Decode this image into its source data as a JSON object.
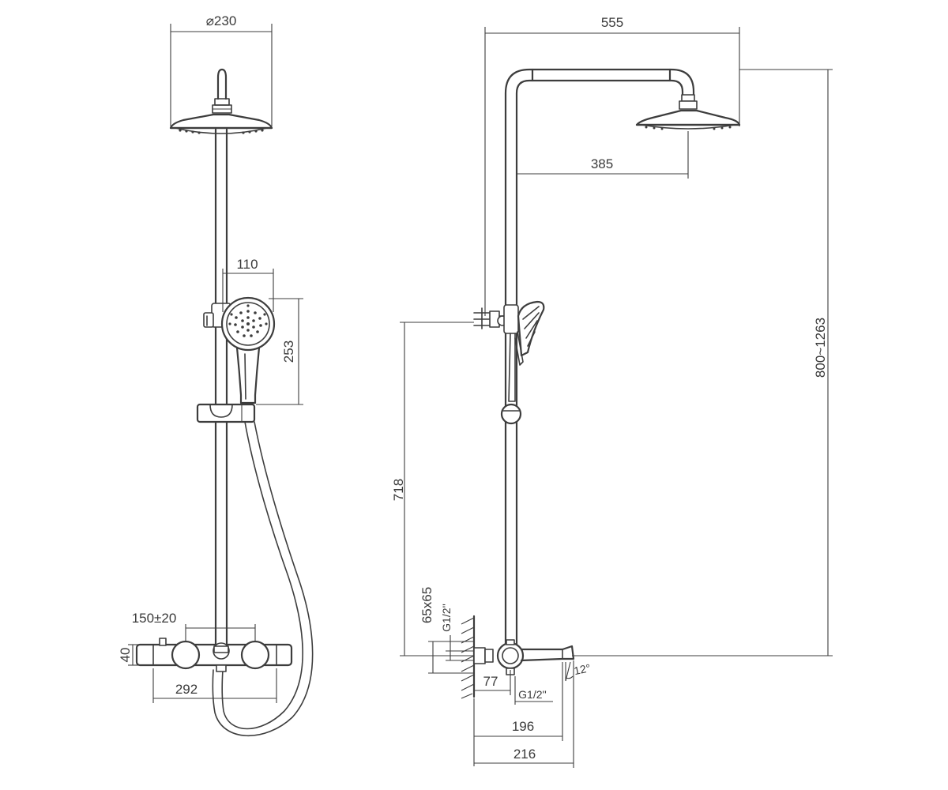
{
  "labels": {
    "head_diameter": "⌀230",
    "handshower_width": "110",
    "handshower_length": "253",
    "mixer_centers": "150±20",
    "mixer_height": "40",
    "mixer_width": "292",
    "arm_reach": "555",
    "head_offset": "385",
    "height_range": "800~1263",
    "outlet_height": "718",
    "plate_size": "65x65",
    "inlet_thread_wall": "G1/2''",
    "wall_distance": "77",
    "outlet_thread": "G1/2''",
    "spout_depth_1": "196",
    "spout_depth_2": "216",
    "spout_angle": "12°"
  }
}
